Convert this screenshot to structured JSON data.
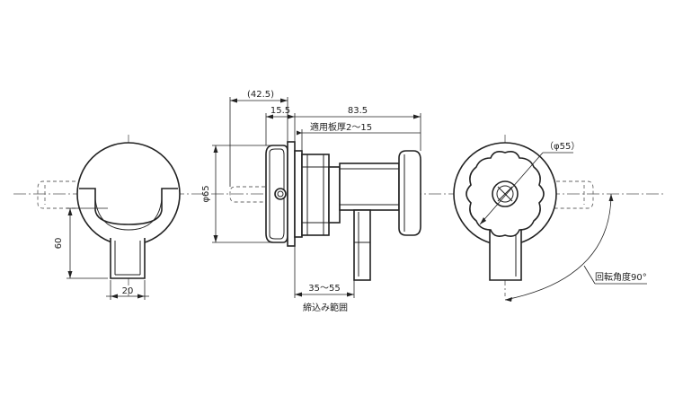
{
  "dimensions": {
    "width_20": "20",
    "height_60": "60",
    "offset_42_5": "(42.5)",
    "thickness_15_5": "15.5",
    "length_83_5": "83.5",
    "panel_thickness": "適用板厚2～15",
    "diameter_65": "φ65",
    "range_35_55": "35～55",
    "clamp_range": "締込み範囲",
    "diameter_55": "（φ55）",
    "rotation_angle": "回転角度90°"
  }
}
